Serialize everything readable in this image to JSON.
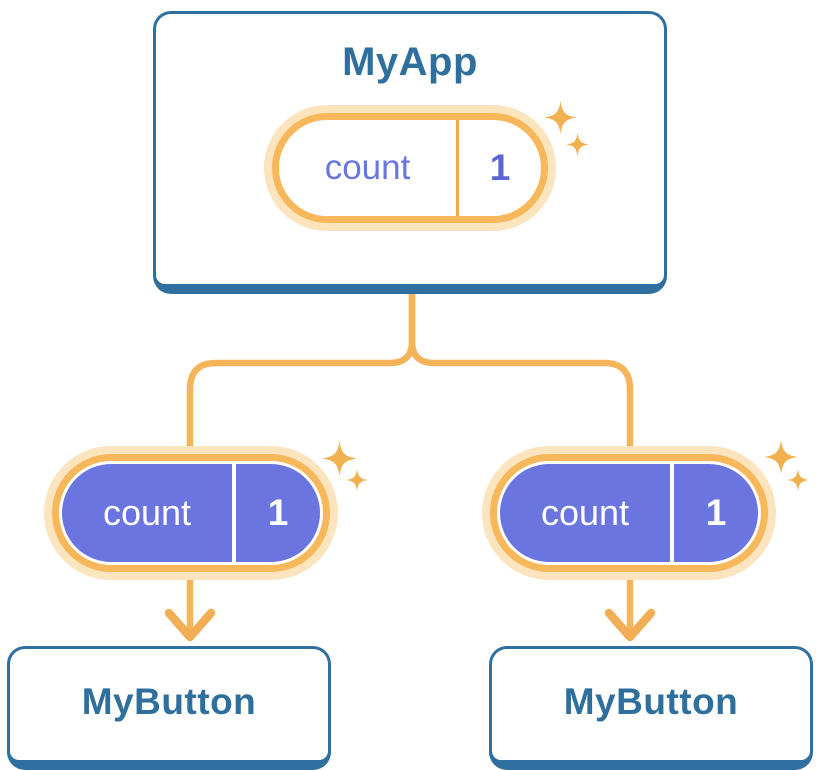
{
  "diagram": {
    "root_component": {
      "name": "MyApp",
      "state": {
        "key": "count",
        "value": "1"
      }
    },
    "child_components": [
      {
        "name": "MyButton",
        "prop": {
          "key": "count",
          "value": "1"
        }
      },
      {
        "name": "MyButton",
        "prop": {
          "key": "count",
          "value": "1"
        }
      }
    ],
    "icons": {
      "sparkle": "four-point-star",
      "arrow": "down-arrow"
    },
    "colors": {
      "background": "#FFFFFF",
      "card_border_blue": "#2F70A1",
      "title_blue": "#2F6F9E",
      "pill_halo_orange": "#FCE4BE",
      "pill_ring_orange": "#F7B85C",
      "pill_divider_orange": "#F1A94E",
      "connector_orange": "#F5B45A",
      "sparkle_orange": "#F2B14E",
      "pill_fill_purple": "#6B75DF",
      "state_key_purple": "#6776E3",
      "state_value_purple": "#5A64D6",
      "pill_text_white": "#FFFFFF"
    }
  }
}
